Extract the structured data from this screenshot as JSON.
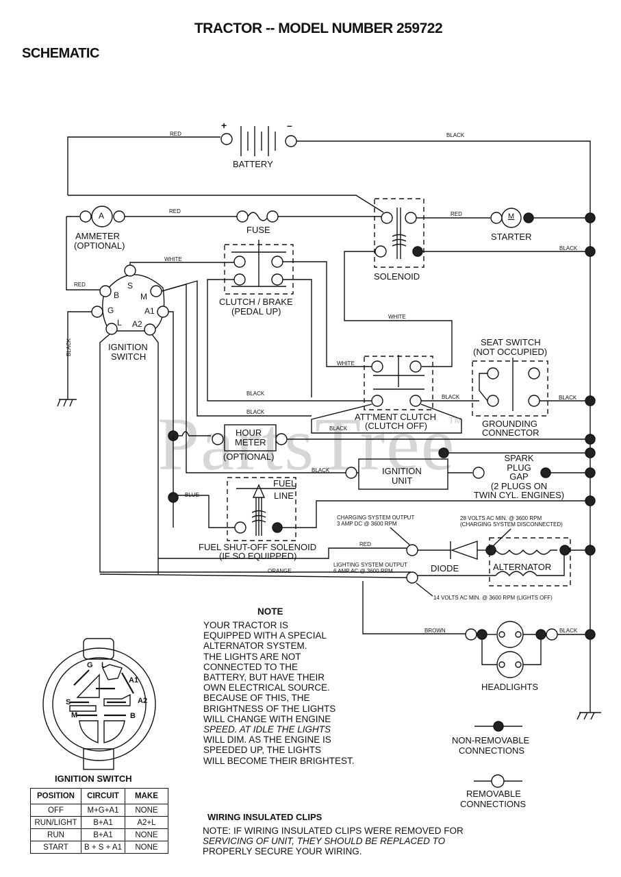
{
  "header": {
    "title": "TRACTOR -- MODEL NUMBER 259722",
    "subtitle": "SCHEMATIC"
  },
  "watermark": {
    "text": "PartsTree",
    "tm": "TM"
  },
  "components": {
    "battery": {
      "label": "BATTERY",
      "plus": "+",
      "minus": "–"
    },
    "ammeter": {
      "symbol": "A",
      "label": "AMMETER",
      "sublabel": "(OPTIONAL)"
    },
    "fuse": {
      "label": "FUSE"
    },
    "starter": {
      "symbol": "M",
      "label": "STARTER"
    },
    "solenoid": {
      "label": "SOLENOID"
    },
    "ignition_switch": {
      "label": "IGNITION",
      "label2": "SWITCH",
      "terminals": {
        "S": "S",
        "B": "B",
        "M": "M",
        "G": "G",
        "A1": "A1",
        "L": "L",
        "A2": "A2"
      }
    },
    "clutch_brake": {
      "label": "CLUTCH / BRAKE",
      "sublabel": "(PEDAL UP)"
    },
    "seat_switch": {
      "label": "SEAT SWITCH",
      "sublabel": "(NOT OCCUPIED)"
    },
    "grounding_connector": {
      "label": "GROUNDING",
      "label2": "CONNECTOR"
    },
    "attachment_clutch": {
      "label": "ATT'MENT CLUTCH",
      "sublabel": "(CLUTCH OFF)"
    },
    "hour_meter": {
      "label": "HOUR",
      "label2": "METER",
      "sublabel": "(OPTIONAL)"
    },
    "ignition_unit": {
      "label": "IGNITION",
      "label2": "UNIT"
    },
    "spark_plug": {
      "lines": [
        "SPARK",
        "PLUG",
        "GAP",
        "(2 PLUGS ON",
        "TWIN CYL. ENGINES)"
      ]
    },
    "fuel_solenoid": {
      "fuel_line": "FUEL",
      "fuel_line2": "LINE",
      "label": "FUEL SHUT-OFF SOLENOID",
      "sublabel": "(IF SO EQUIPPED)"
    },
    "diode": {
      "label": "DIODE"
    },
    "alternator": {
      "label": "ALTERNATOR"
    },
    "headlights": {
      "label": "HEADLIGHTS"
    }
  },
  "wire_labels": {
    "battery_red": "RED",
    "battery_black": "BLACK",
    "ammeter_red": "RED",
    "starter_red": "RED",
    "solenoid_black": "BLACK",
    "switch_white": "WHITE",
    "switch_red": "RED",
    "ground_black": "BLACK",
    "white_mid": "WHITE",
    "white_att": "WHITE",
    "black_1": "BLACK",
    "black_2": "BLACK",
    "black_3": "BLACK",
    "black_seat_in": "BLACK",
    "black_seat_out": "BLACK",
    "black_ign": "BLACK",
    "blue": "BLUE",
    "red_charge": "RED",
    "orange": "ORANGE",
    "brown": "BROWN",
    "black_head": "BLACK"
  },
  "annotations": {
    "charging_output": [
      "CHARGING SYSTEM OUTPUT",
      "3 AMP DC @ 3600 RPM"
    ],
    "lighting_output": [
      "LIGHTING SYSTEM OUTPUT",
      "6 AMP AC @ 3600 RPM"
    ],
    "volts_28": [
      "28 VOLTS AC MIN. @ 3600 RPM",
      "(CHARGING SYSTEM DISCONNECTED)"
    ],
    "volts_14": "14 VOLTS AC MIN. @ 3600 RPM (LIGHTS OFF)"
  },
  "note": {
    "heading": "NOTE",
    "lines": [
      "YOUR TRACTOR IS",
      "EQUIPPED WITH A SPECIAL",
      "ALTERNATOR SYSTEM.",
      "THE LIGHTS ARE NOT",
      "CONNECTED TO THE",
      "BATTERY, BUT HAVE THEIR",
      "OWN ELECTRICAL SOURCE.",
      "BECAUSE OF THIS, THE",
      "BRIGHTNESS OF THE LIGHTS",
      "WILL CHANGE WITH ENGINE",
      "SPEED.  AT IDLE THE LIGHTS",
      "WILL DIM.  AS THE ENGINE IS",
      "SPEEDED UP, THE LIGHTS",
      "WILL BECOME THEIR BRIGHTEST."
    ]
  },
  "legend": {
    "non_removable": [
      "NON-REMOVABLE",
      "CONNECTIONS"
    ],
    "removable": [
      "REMOVABLE",
      "CONNECTIONS"
    ]
  },
  "ignition_diagram": {
    "title": "IGNITION SWITCH",
    "pins": {
      "G": "G",
      "L": "L",
      "A1": "A1",
      "A2": "A2",
      "S": "S",
      "M": "M",
      "B": "B"
    },
    "table": {
      "headers": [
        "POSITION",
        "CIRCUIT",
        "MAKE"
      ],
      "rows": [
        [
          "OFF",
          "M+G+A1",
          "NONE"
        ],
        [
          "RUN/LIGHT",
          "B+A1",
          "A2+L"
        ],
        [
          "RUN",
          "B+A1",
          "NONE"
        ],
        [
          "START",
          "B + S + A1",
          "NONE"
        ]
      ]
    }
  },
  "clips": {
    "heading": "WIRING INSULATED CLIPS",
    "lines": [
      "NOTE: IF WIRING INSULATED CLIPS WERE REMOVED FOR",
      "SERVICING OF UNIT, THEY SHOULD BE REPLACED TO",
      "PROPERLY SECURE YOUR WIRING."
    ]
  }
}
